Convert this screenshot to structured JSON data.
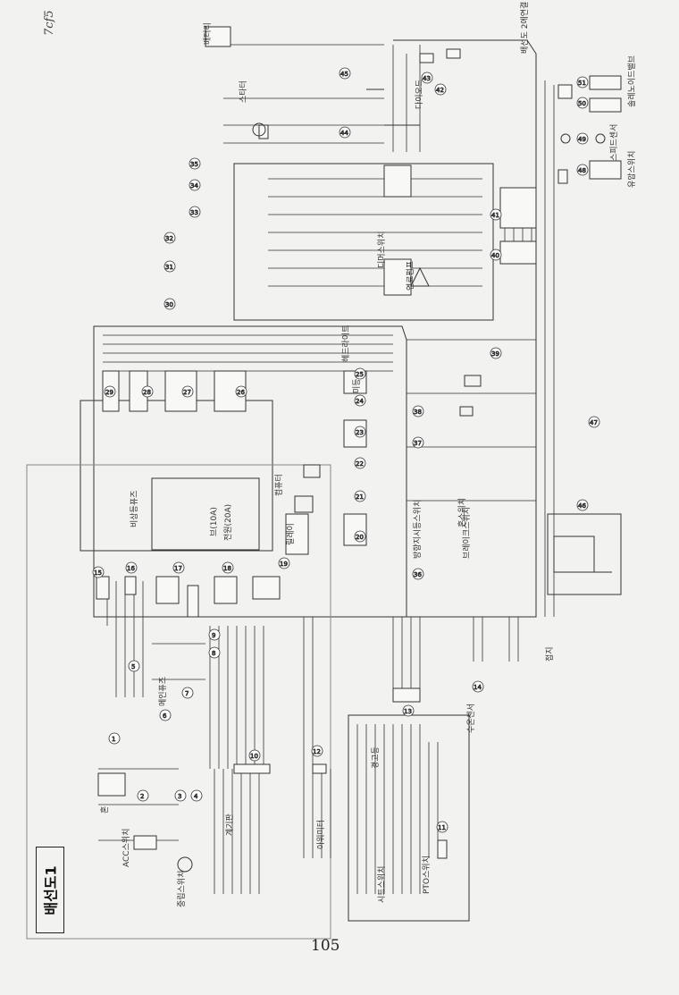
{
  "title": "배선도1",
  "page_number": "105",
  "corner_note": "7cf5",
  "colors": {
    "line": "#333333",
    "paper": "#f2f2f0",
    "box": "#555555"
  },
  "labels": {
    "wiring_diagram_2": "배선도 2에연결",
    "computer": "컴퓨터",
    "hazard_fuse": "비상등퓨즈",
    "fuse_10a": "브(10A)",
    "fuse_20a": "전원(20A)",
    "relay": "릴레이",
    "main_fuse": "메인퓨즈",
    "neutral_switch": "중립스위치",
    "accel_switch": "ACC스위치",
    "horn": "혼",
    "battery": "배터리",
    "starter_relay": "스타터",
    "headlight": "헤드라이트",
    "tail_light": "미등",
    "brake_switch": "브레이크스위치",
    "diode": "다이오드",
    "ground": "접지",
    "solenoid_valve": "솔레노이드밸브",
    "speed_sensor": "스피드센서",
    "oil_pressure": "유압스위치",
    "fuel_pump": "연료펌프",
    "dimmer_switch": "디머스위치",
    "turn_signal_switch": "방향지시등스위치",
    "horn_switch": "혼스위치",
    "instrument_panel": "계기판",
    "hour_meter": "아워미터",
    "warning_lamp": "경고등",
    "water_temp": "수온센서",
    "pto_switch": "PTO스위치",
    "seat_switch": "시트스위치"
  },
  "connectors": [
    "1",
    "2",
    "3",
    "4",
    "5",
    "6",
    "7",
    "8",
    "9",
    "10",
    "11",
    "12",
    "13",
    "14",
    "15",
    "16",
    "17",
    "18",
    "19",
    "20",
    "21",
    "22",
    "23",
    "24",
    "25",
    "26",
    "27",
    "28",
    "29",
    "30",
    "31",
    "32",
    "33",
    "34",
    "35",
    "36",
    "37",
    "38",
    "39",
    "40",
    "41",
    "42",
    "43",
    "44",
    "45",
    "46",
    "47",
    "48",
    "49",
    "50",
    "51"
  ]
}
